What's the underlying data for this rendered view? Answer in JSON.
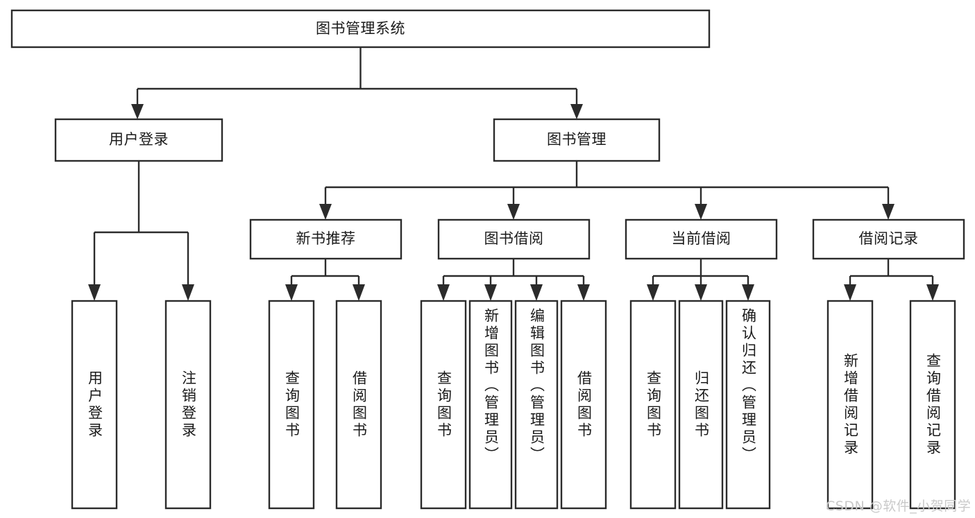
{
  "diagram": {
    "type": "tree-hierarchy-chart",
    "title": "图书管理系统",
    "watermark": "CSDN @软件_小贺同学",
    "colors": {
      "box_stroke": "#2b2b2b",
      "box_fill": "#ffffff",
      "text": "#1a1a1a",
      "background": "#ffffff",
      "watermark": "#c9c9c9"
    },
    "levels": {
      "root": {
        "label": "图书管理系统"
      },
      "level2": [
        {
          "label": "用户登录"
        },
        {
          "label": "图书管理"
        }
      ],
      "level3": [
        {
          "label": "新书推荐"
        },
        {
          "label": "图书借阅"
        },
        {
          "label": "当前借阅"
        },
        {
          "label": "借阅记录"
        }
      ],
      "leaves": {
        "user_login": [
          {
            "label": "用户登录"
          },
          {
            "label": "注销登录"
          }
        ],
        "new_book_rec": [
          {
            "label": "查询图书"
          },
          {
            "label": "借阅图书"
          }
        ],
        "book_borrow": [
          {
            "label": "查询图书"
          },
          {
            "label": "新增图书（管理员）"
          },
          {
            "label": "编辑图书（管理员）"
          },
          {
            "label": "借阅图书"
          }
        ],
        "current_borrow": [
          {
            "label": "查询图书"
          },
          {
            "label": "归还图书"
          },
          {
            "label": "确认归还（管理员）"
          }
        ],
        "borrow_record": [
          {
            "label": "新增借阅记录"
          },
          {
            "label": "查询借阅记录"
          }
        ]
      }
    }
  },
  "chart_data": {
    "type": "table",
    "title": "图书管理系统",
    "nodes": [
      {
        "id": "root",
        "label": "图书管理系统",
        "level": 1,
        "parent": null
      },
      {
        "id": "user-login",
        "label": "用户登录",
        "level": 2,
        "parent": "root"
      },
      {
        "id": "book-mgmt",
        "label": "图书管理",
        "level": 2,
        "parent": "root"
      },
      {
        "id": "login-1",
        "label": "用户登录",
        "level": 3,
        "parent": "user-login"
      },
      {
        "id": "login-2",
        "label": "注销登录",
        "level": 3,
        "parent": "user-login"
      },
      {
        "id": "new-book",
        "label": "新书推荐",
        "level": 3,
        "parent": "book-mgmt"
      },
      {
        "id": "book-borrow",
        "label": "图书借阅",
        "level": 3,
        "parent": "book-mgmt"
      },
      {
        "id": "current-borrow",
        "label": "当前借阅",
        "level": 3,
        "parent": "book-mgmt"
      },
      {
        "id": "borrow-record",
        "label": "借阅记录",
        "level": 3,
        "parent": "book-mgmt"
      },
      {
        "id": "nb-1",
        "label": "查询图书",
        "level": 4,
        "parent": "new-book"
      },
      {
        "id": "nb-2",
        "label": "借阅图书",
        "level": 4,
        "parent": "new-book"
      },
      {
        "id": "bb-1",
        "label": "查询图书",
        "level": 4,
        "parent": "book-borrow"
      },
      {
        "id": "bb-2",
        "label": "新增图书（管理员）",
        "level": 4,
        "parent": "book-borrow"
      },
      {
        "id": "bb-3",
        "label": "编辑图书（管理员）",
        "level": 4,
        "parent": "book-borrow"
      },
      {
        "id": "bb-4",
        "label": "借阅图书",
        "level": 4,
        "parent": "book-borrow"
      },
      {
        "id": "cb-1",
        "label": "查询图书",
        "level": 4,
        "parent": "current-borrow"
      },
      {
        "id": "cb-2",
        "label": "归还图书",
        "level": 4,
        "parent": "current-borrow"
      },
      {
        "id": "cb-3",
        "label": "确认归还（管理员）",
        "level": 4,
        "parent": "current-borrow"
      },
      {
        "id": "br-1",
        "label": "新增借阅记录",
        "level": 4,
        "parent": "borrow-record"
      },
      {
        "id": "br-2",
        "label": "查询借阅记录",
        "level": 4,
        "parent": "borrow-record"
      }
    ]
  }
}
